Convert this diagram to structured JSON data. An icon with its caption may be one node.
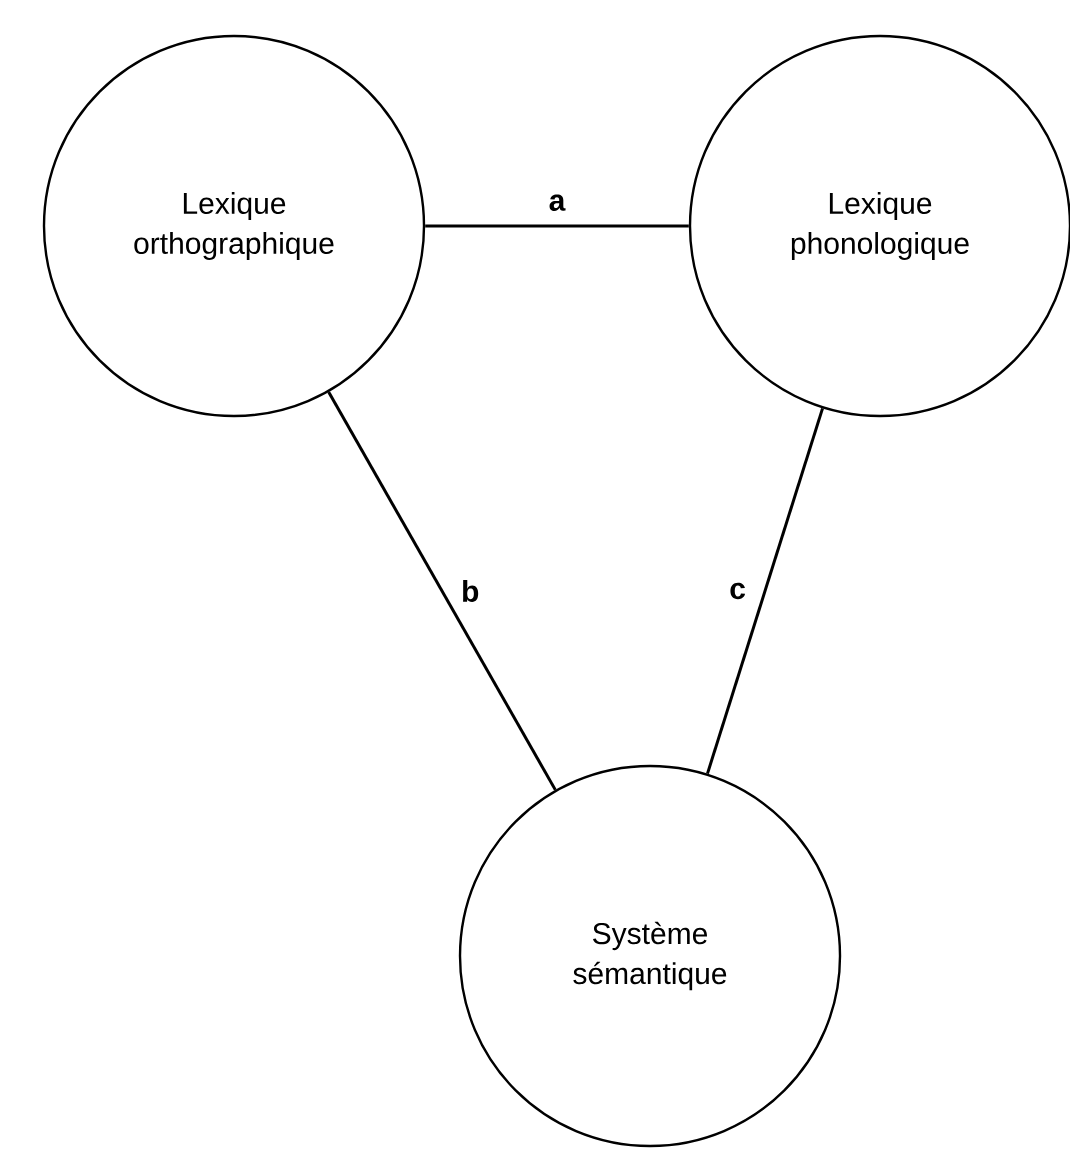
{
  "diagram": {
    "nodes": [
      {
        "text": [
          "Lexique orthographique"
        ]
      },
      {
        "text": [
          "Lexique phonologique"
        ]
      },
      {
        "text": [
          "Système sémantique"
        ]
      }
    ],
    "edges": [
      {
        "from": 0,
        "to": 1,
        "arrow": "none",
        "label": "a"
      },
      {
        "from": 0,
        "to": 2,
        "arrow": "none",
        "label": "b"
      },
      {
        "from": 1,
        "to": 2,
        "arrow": "none",
        "label": "c"
      }
    ]
  }
}
